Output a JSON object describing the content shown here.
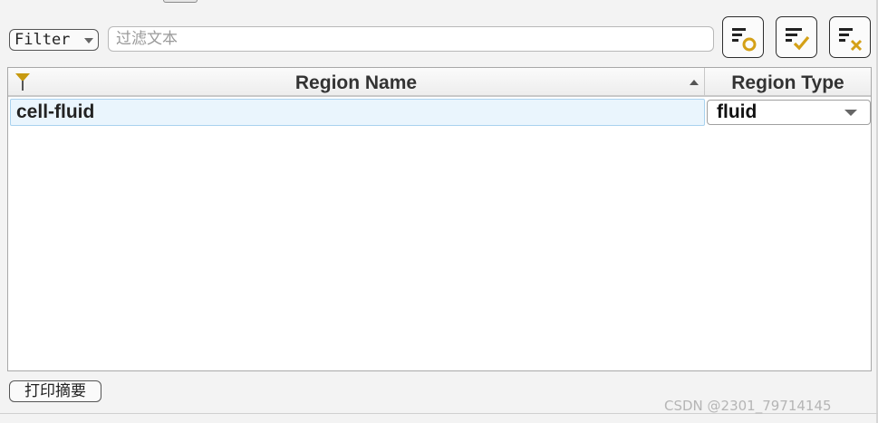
{
  "filter": {
    "mode_label": "Filter",
    "placeholder": "过滤文本",
    "value": ""
  },
  "toolbar": {
    "icons": [
      "filter-list-circle-icon",
      "filter-list-check-icon",
      "filter-list-cross-icon"
    ],
    "accent_color": "#d4a017"
  },
  "table": {
    "columns": [
      "Region Name",
      "Region Type"
    ],
    "rows": [
      {
        "name": "cell-fluid",
        "type": "fluid"
      }
    ],
    "selected_row_color": "#eaf5fd"
  },
  "footer": {
    "print_summary_label": "打印摘要"
  },
  "watermark": "CSDN @2301_79714145"
}
